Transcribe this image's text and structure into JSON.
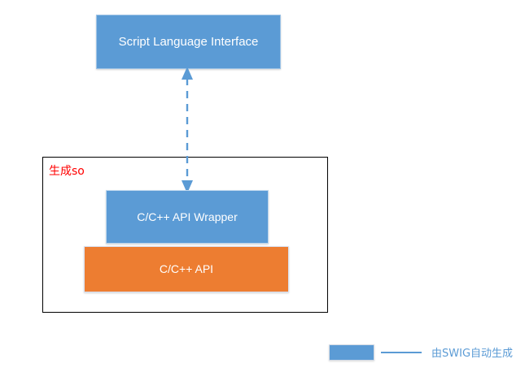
{
  "diagram": {
    "title_blocks": {
      "script_interface": {
        "label": "Script Language Interface",
        "color": "#5B9BD5"
      },
      "api_wrapper": {
        "label": "C/C++ API Wrapper",
        "color": "#5B9BD5"
      },
      "api": {
        "label": "C/C++ API",
        "color": "#ED7D31"
      }
    },
    "container": {
      "label": "生成so",
      "label_color": "#FF0000",
      "border_color": "#000000"
    },
    "connector": {
      "name": "bidirectional-dashed-arrow",
      "style": "dashed",
      "color": "#5B9BD5",
      "arrowheads": "both"
    },
    "legend": {
      "swatch_color": "#5B9BD5",
      "line_color": "#5B9BD5",
      "text": "由SWIG自动生成",
      "text_color": "#5B9BD5"
    }
  }
}
